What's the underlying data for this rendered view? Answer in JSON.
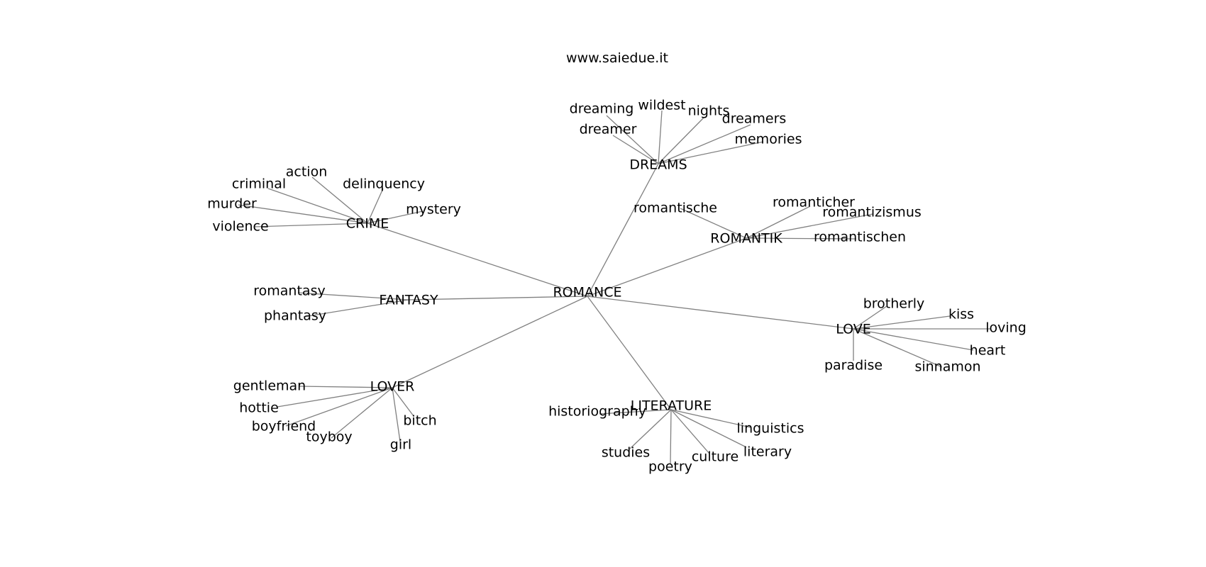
{
  "watermark": "www.saiedue.it",
  "colors": {
    "edge": "#808080",
    "text": "#000000",
    "background": "#ffffff"
  },
  "graph": {
    "root": "ROMANCE",
    "clusters": [
      {
        "hub": "DREAMS",
        "leaves": [
          "dreaming",
          "wildest",
          "nights",
          "dreamers",
          "dreamer",
          "memories"
        ]
      },
      {
        "hub": "CRIME",
        "leaves": [
          "action",
          "criminal",
          "delinquency",
          "murder",
          "mystery",
          "violence"
        ]
      },
      {
        "hub": "ROMANTIK",
        "leaves": [
          "romantische",
          "romanticher",
          "romantizismus",
          "romantischen"
        ]
      },
      {
        "hub": "FANTASY",
        "leaves": [
          "romantasy",
          "phantasy"
        ]
      },
      {
        "hub": "LOVE",
        "leaves": [
          "brotherly",
          "kiss",
          "loving",
          "heart",
          "paradise",
          "sinnamon"
        ]
      },
      {
        "hub": "LOVER",
        "leaves": [
          "gentleman",
          "hottie",
          "boyfriend",
          "toyboy",
          "girl",
          "bitch"
        ]
      },
      {
        "hub": "LITERATURE",
        "leaves": [
          "historiography",
          "linguistics",
          "literary",
          "culture",
          "poetry",
          "studies"
        ]
      }
    ]
  }
}
